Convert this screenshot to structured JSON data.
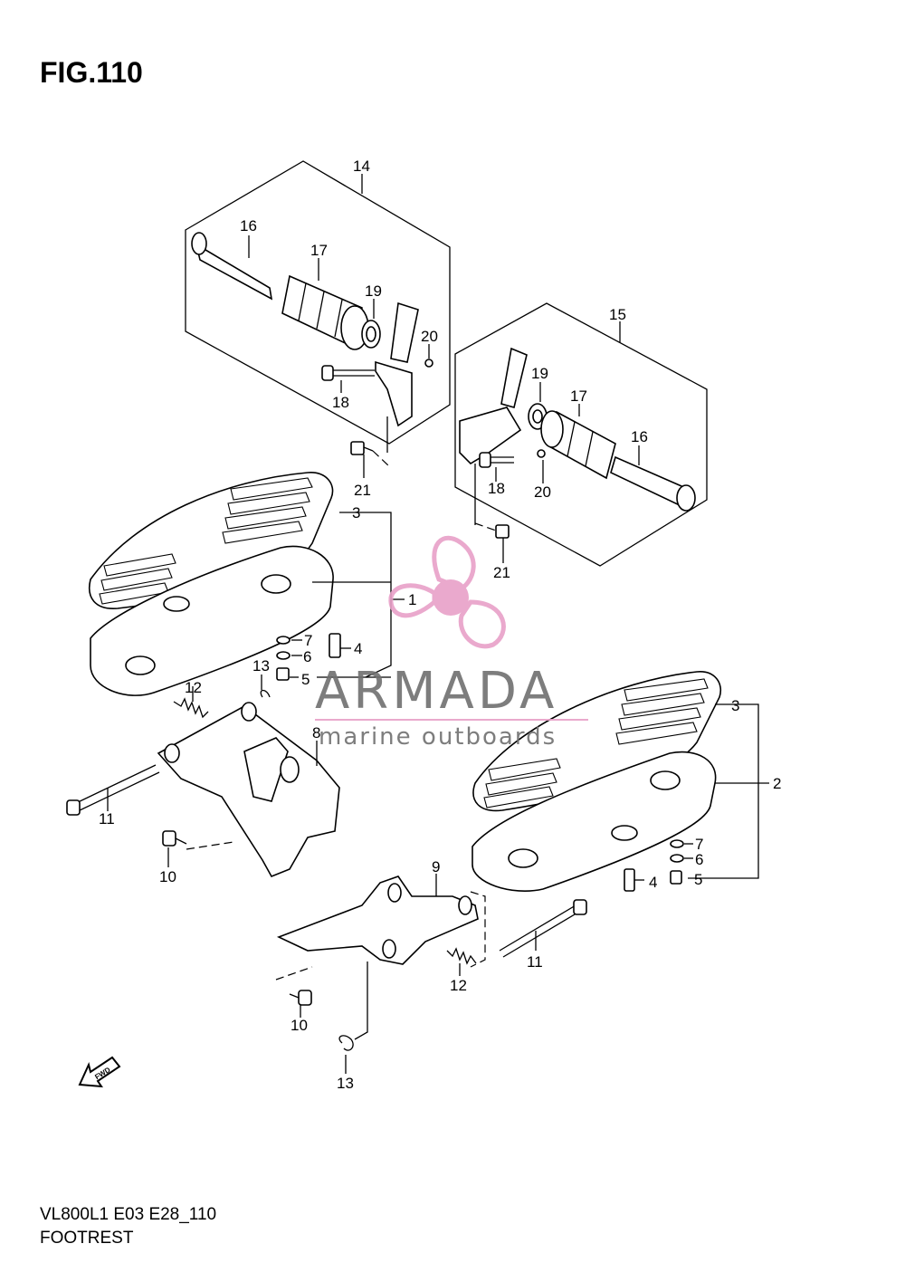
{
  "figure": {
    "title": "FIG.110"
  },
  "callouts": {
    "c14": "14",
    "c16a": "16",
    "c17a": "17",
    "c19a": "19",
    "c20a": "20",
    "c18a": "18",
    "c21a": "21",
    "c15": "15",
    "c19b": "19",
    "c17b": "17",
    "c16b": "16",
    "c18b": "18",
    "c20b": "20",
    "c21b": "21",
    "c3a": "3",
    "c1": "1",
    "c7a": "7",
    "c4a": "4",
    "c6a": "6",
    "c5a": "5",
    "c13a": "13",
    "c12a": "12",
    "c8": "8",
    "c11a": "11",
    "c10a": "10",
    "c3b": "3",
    "c2": "2",
    "c7b": "7",
    "c6b": "6",
    "c4b": "4",
    "c5b": "5",
    "c9": "9",
    "c11b": "11",
    "c12b": "12",
    "c10b": "10",
    "c13b": "13"
  },
  "fwd_arrow": {
    "label": "FWD"
  },
  "watermark": {
    "brand": "ARMADA",
    "tagline": "marine outboards",
    "accent_color": "#e8a0c8",
    "text_color": "#707070"
  },
  "footer": {
    "model_code": "VL800L1 E03 E28_110",
    "section_name": "FOOTREST"
  }
}
